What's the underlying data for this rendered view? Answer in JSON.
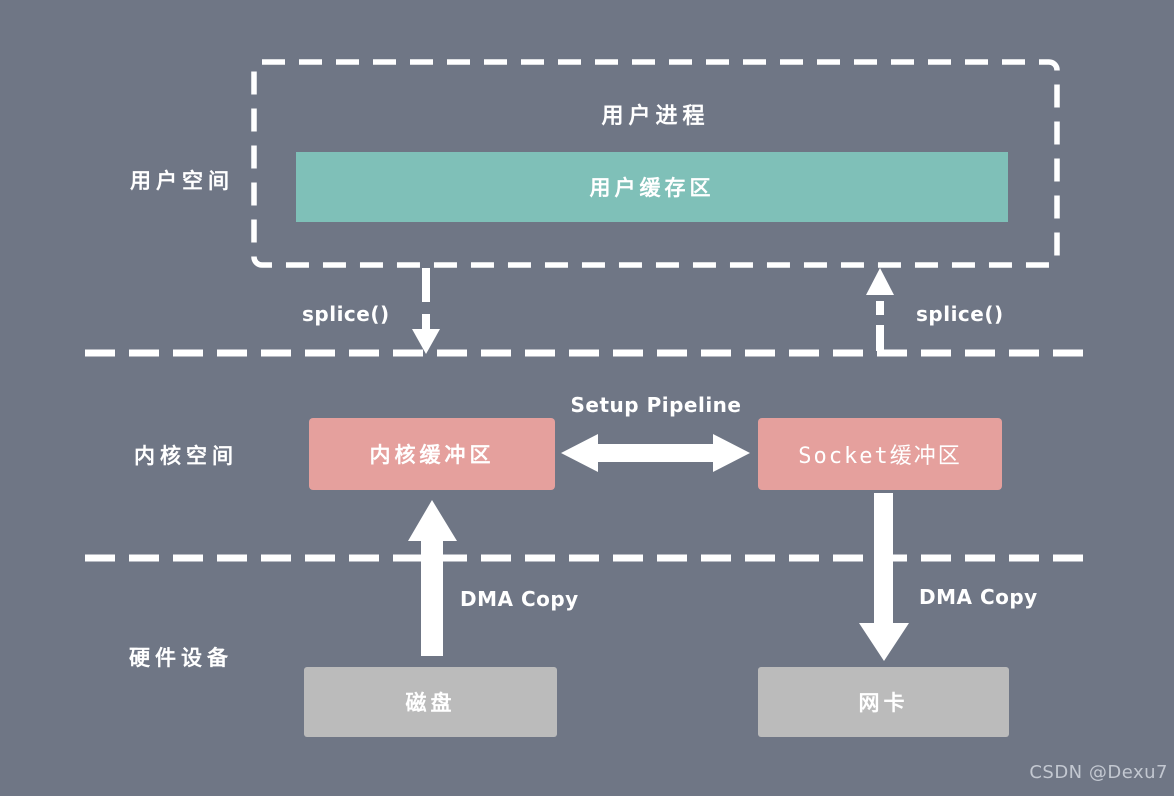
{
  "colors": {
    "background": "#6F7685",
    "user_buffer_fill": "#7FC0B8",
    "kernel_buffer_fill": "#E5A09D",
    "hardware_fill": "#BBBBBB",
    "lines_and_text": "#FFFFFF",
    "watermark_text": "#C3C8D1"
  },
  "layers": {
    "user_space_label": "用户空间",
    "kernel_space_label": "内核空间",
    "hardware_label": "硬件设备"
  },
  "user_space": {
    "process": "用户进程",
    "buffer": "用户缓存区"
  },
  "kernel": {
    "kernel_buffer": "内核缓冲区",
    "socket_buffer": "Socket缓冲区",
    "pipeline": "Setup Pipeline"
  },
  "hardware": {
    "disk": "磁盘",
    "nic": "网卡"
  },
  "arrows": {
    "splice_left": "splice()",
    "splice_right": "splice()",
    "dma_left": "DMA Copy",
    "dma_right": "DMA Copy"
  },
  "watermark": "CSDN @Dexu7"
}
